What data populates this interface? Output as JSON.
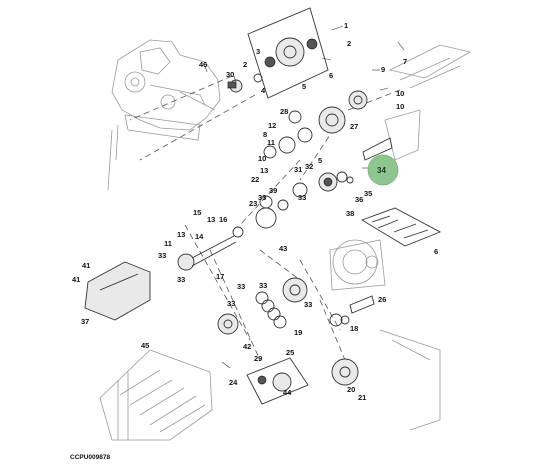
{
  "diagram": {
    "figure_code": "CCPU009878",
    "highlight_color": "#8fc58f",
    "highlighted_part": "34",
    "callouts": [
      "46",
      "30",
      "2",
      "3",
      "4",
      "1",
      "2",
      "5",
      "6",
      "7",
      "9",
      "10",
      "10",
      "28",
      "8",
      "10",
      "12",
      "27",
      "13",
      "11",
      "22",
      "5",
      "31",
      "32",
      "35",
      "36",
      "38",
      "39",
      "33",
      "34",
      "33",
      "23",
      "15",
      "16",
      "14",
      "13",
      "11",
      "13",
      "43",
      "41",
      "41",
      "33",
      "17",
      "33",
      "33",
      "33",
      "33",
      "33",
      "26",
      "42",
      "19",
      "18",
      "37",
      "45",
      "29",
      "25",
      "24",
      "44",
      "20",
      "21",
      "6"
    ]
  }
}
